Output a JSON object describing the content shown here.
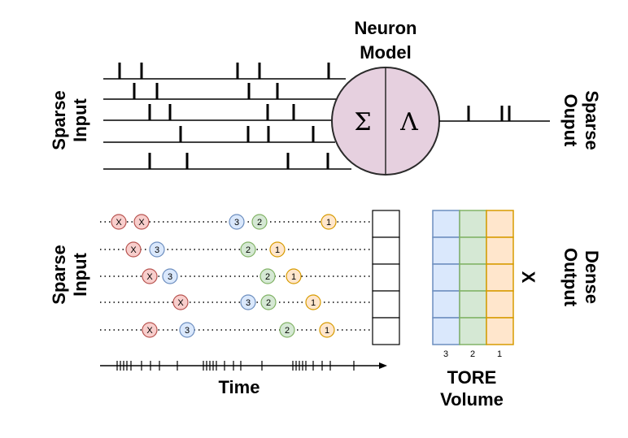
{
  "top": {
    "title_line1": "Neuron",
    "title_line2": "Model",
    "left_label_line1": "Sparse",
    "left_label_line2": "Input",
    "right_label_line1": "Sparse",
    "right_label_line2": "Ouput",
    "sum_symbol": "Σ",
    "lambda_symbol": "Λ",
    "circle_fill": "#e6d0df",
    "circle_stroke": "#2a2a2a"
  },
  "bottom": {
    "left_label_line1": "Sparse",
    "left_label_line2": "Input",
    "time_label": "Time",
    "x_mark": "X",
    "right_label_line1": "Dense",
    "right_label_line2": "Output",
    "volume_label_line1": "TORE",
    "volume_label_line2": "Volume",
    "column_numbers": [
      "3",
      "2",
      "1"
    ],
    "column_colors": {
      "blue_fill": "#dae8fc",
      "blue_stroke": "#6c8ebf",
      "green_fill": "#d5e8d4",
      "green_stroke": "#82b366",
      "orange_fill": "#ffe6cc",
      "orange_stroke": "#d79b00"
    },
    "event_colors": {
      "X": {
        "fill": "#f8cecc",
        "stroke": "#b85450"
      },
      "3": {
        "fill": "#dae8fc",
        "stroke": "#6c8ebf"
      },
      "2": {
        "fill": "#d5e8d4",
        "stroke": "#82b366"
      },
      "1": {
        "fill": "#ffe6cc",
        "stroke": "#d79b00"
      }
    },
    "rows": [
      {
        "events": [
          "X",
          "X",
          "3",
          "2",
          "1"
        ]
      },
      {
        "events": [
          "X",
          "3",
          "2",
          "1"
        ]
      },
      {
        "events": [
          "X",
          "3",
          "2",
          "1"
        ]
      },
      {
        "events": [
          "X",
          "3",
          "2",
          "1"
        ]
      },
      {
        "events": [
          "X",
          "3",
          "2",
          "1"
        ]
      }
    ]
  }
}
